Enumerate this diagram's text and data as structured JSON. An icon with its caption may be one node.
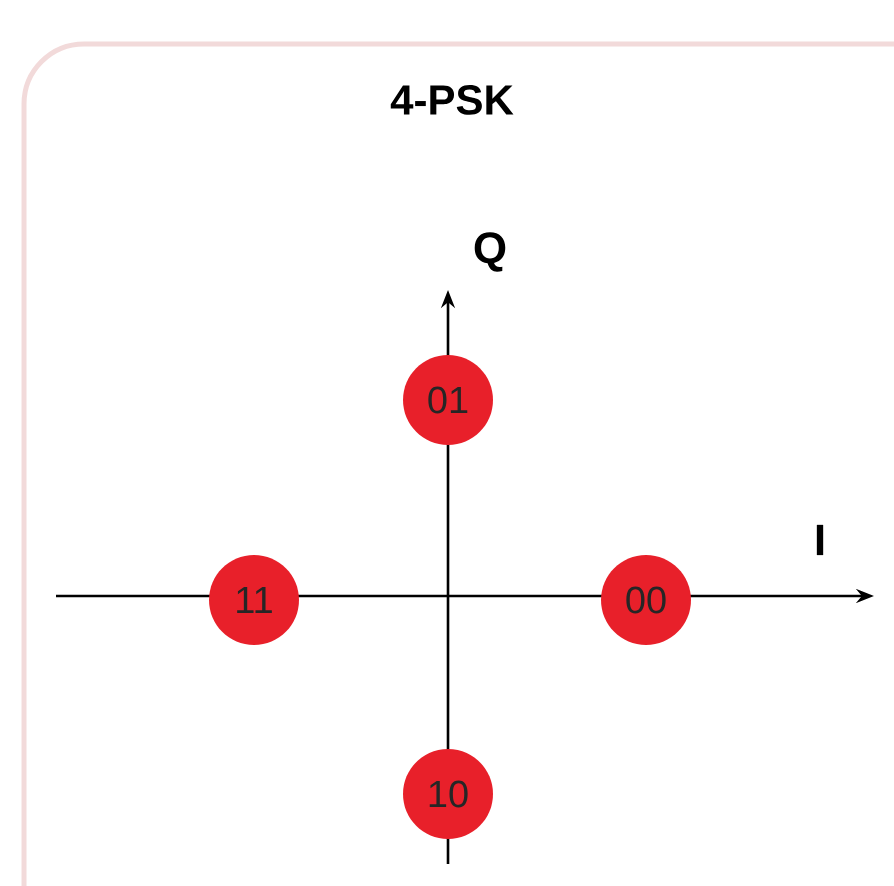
{
  "diagram": {
    "nodes": [
      {
        "text": [
          "4-PSK"
        ]
      },
      {
        "text": [
          "01"
        ],
        "in": 0
      },
      {
        "text": [
          "11"
        ],
        "in": 0
      },
      {
        "text": [
          "00"
        ],
        "in": 0
      },
      {
        "text": [
          "10"
        ],
        "in": 0
      }
    ],
    "labels": [
      "Q",
      "I"
    ]
  }
}
